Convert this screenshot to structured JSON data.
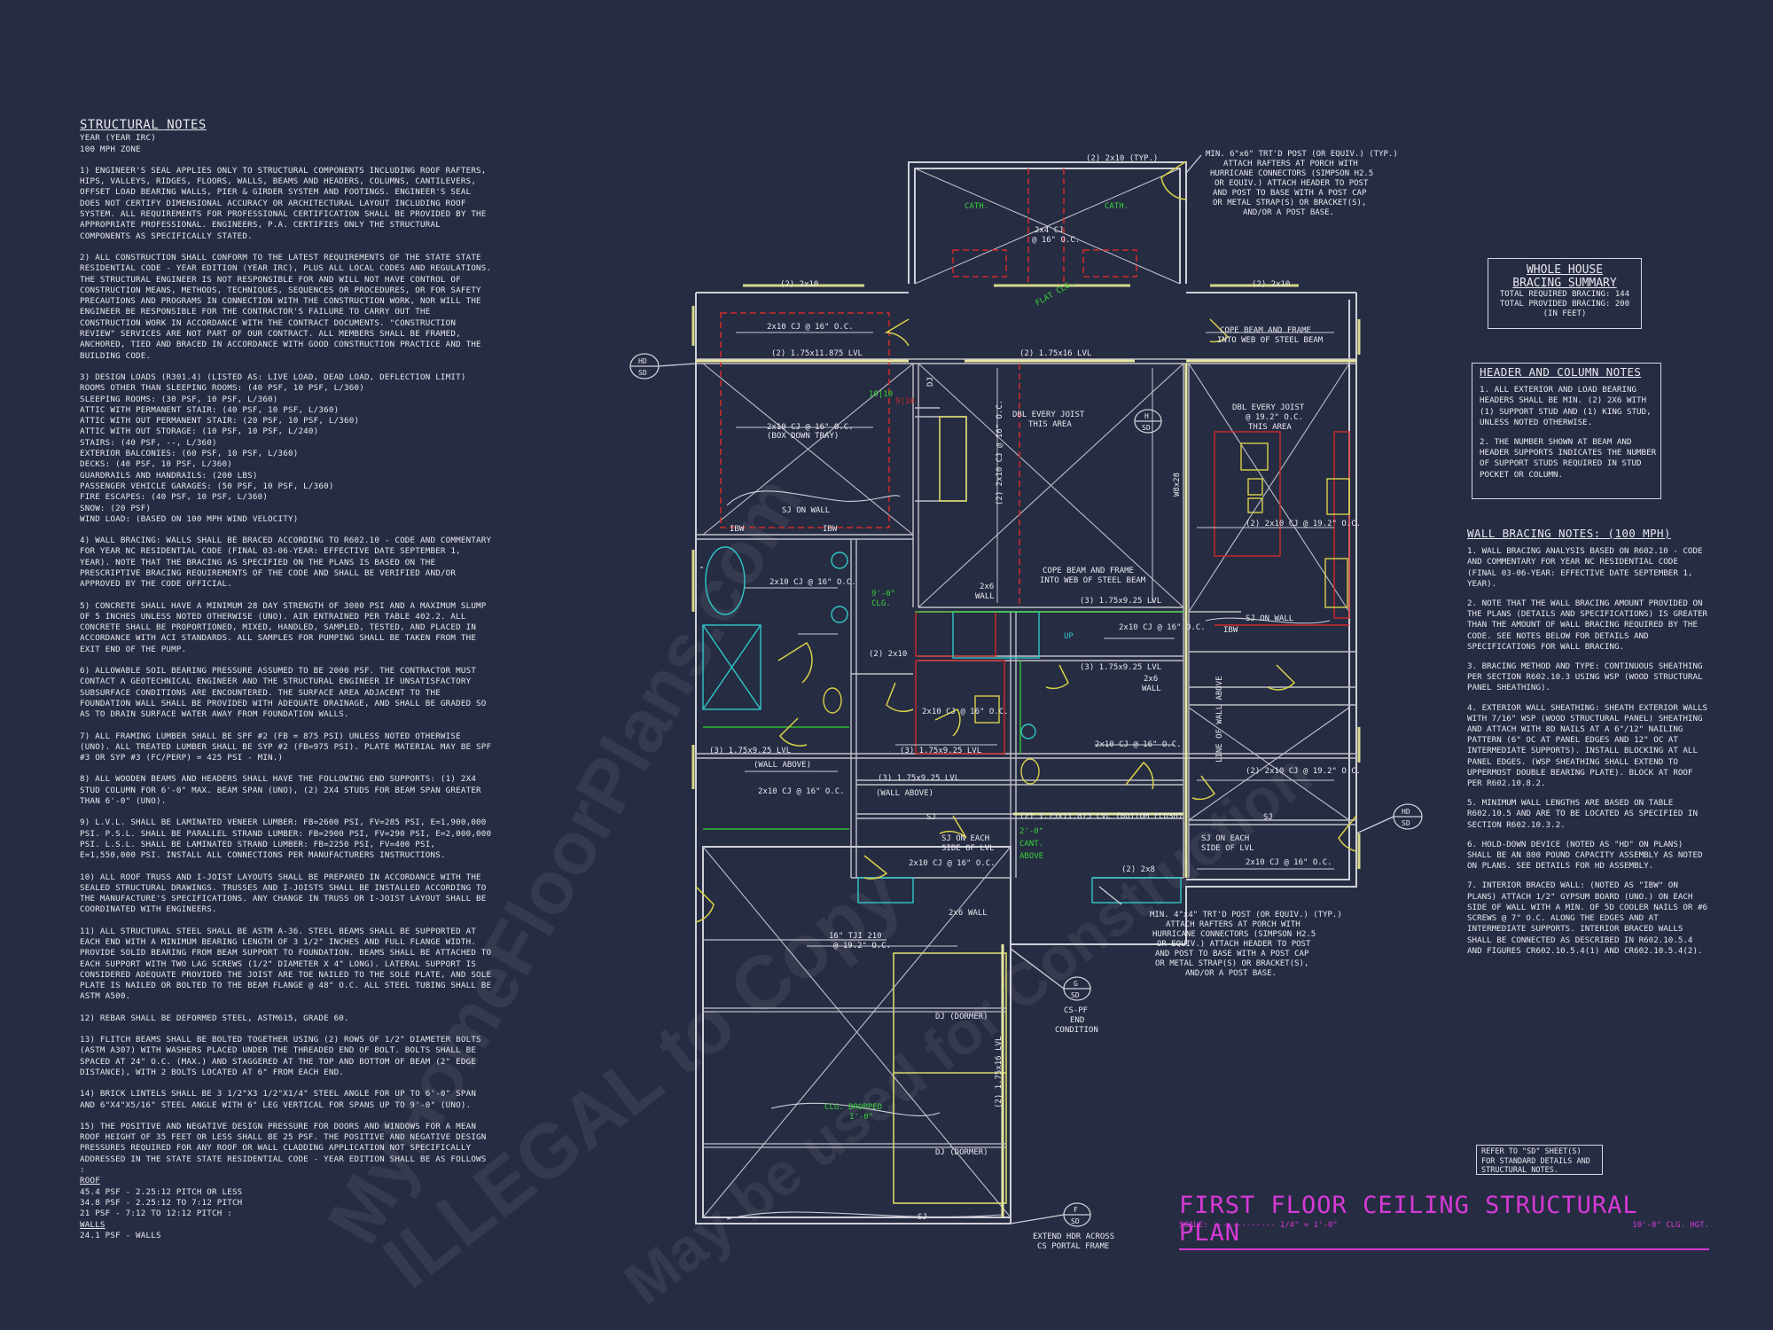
{
  "watermarks": [
    "MyHomeFloorPlans.com",
    "ILLEGAL to Copy",
    "May be used for Construction"
  ],
  "structural_notes": {
    "title": "STRUCTURAL NOTES",
    "year_line": "YEAR  (YEAR IRC)",
    "wind_zone": "100 mph ZONE",
    "paragraphs": [
      "1) ENGINEER'S SEAL APPLIES ONLY TO STRUCTURAL COMPONENTS INCLUDING ROOF RAFTERS, HIPS, VALLEYS, RIDGES, FLOORS, WALLS, BEAMS AND HEADERS, COLUMNS, CANTILEVERS, OFFSET LOAD BEARING WALLS, PIER & GIRDER SYSTEM AND FOOTINGS. ENGINEER'S SEAL DOES NOT CERTIFY DIMENSIONAL ACCURACY OR ARCHITECTURAL LAYOUT INCLUDING ROOF SYSTEM. ALL REQUIREMENTS FOR PROFESSIONAL CERTIFICATION SHALL BE PROVIDED BY THE APPROPRIATE PROFESSIONAL. ENGINEERS, P.A. CERTIFIES ONLY THE STRUCTURAL COMPONENTS AS SPECIFICALLY STATED.",
      "2) ALL CONSTRUCTION SHALL CONFORM TO THE LATEST REQUIREMENTS OF THE STATE STATE RESIDENTIAL CODE - YEAR EDITION (YEAR IRC), PLUS ALL LOCAL CODES AND REGULATIONS. THE STRUCTURAL ENGINEER IS NOT RESPONSIBLE FOR AND WILL NOT HAVE CONTROL OF CONSTRUCTION MEANS, METHODS, TECHNIQUES, SEQUENCES OR PROCEDURES, OR FOR SAFETY PRECAUTIONS AND PROGRAMS IN CONNECTION WITH THE CONSTRUCTION WORK, NOR WILL THE ENGINEER BE RESPONSIBLE FOR THE CONTRACTOR'S FAILURE TO CARRY OUT THE CONSTRUCTION WORK IN ACCORDANCE WITH THE CONTRACT DOCUMENTS. \"CONSTRUCTION REVIEW\" SERVICES ARE NOT PART OF OUR CONTRACT. ALL MEMBERS SHALL BE FRAMED, ANCHORED, TIED AND BRACED IN ACCORDANCE WITH GOOD CONSTRUCTION PRACTICE AND THE BUILDING CODE.",
      "3) DESIGN LOADS (R301.4) (LISTED AS: LIVE LOAD, DEAD LOAD, DEFLECTION LIMIT)\nROOMS OTHER THAN SLEEPING ROOMS: (40 PSF, 10 PSF, L/360)\nSLEEPING ROOMS: (30 PSF, 10 PSF, L/360)\nATTIC WITH PERMANENT STAIR: (40 PSF, 10 PSF, L/360)\nATTIC WITH OUT PERMANENT STAIR: (20 PSF, 10 PSF, L/360)\nATTIC WITH OUT STORAGE: (10 PSF, 10 PSF, L/240)\nSTAIRS: (40 PSF, --, L/360)\nEXTERIOR BALCONIES: (60 PSF, 10 PSF, L/360)\nDECKS: (40 PSF, 10 PSF, L/360)\nGUARDRAILS AND HANDRAILS: (200 LBS)\nPASSENGER VEHICLE GARAGES: (50 PSF, 10 PSF, L/360)\nFIRE ESCAPES: (40 PSF, 10 PSF, L/360)\nSNOW: (20 PSF)\nWIND LOAD: (BASED ON 100 MPH WIND VELOCITY)",
      "4) WALL BRACING: WALLS SHALL BE BRACED ACCORDING TO R602.10 - CODE AND COMMENTARY FOR YEAR NC RESIDENTIAL CODE (FINAL 03-06-YEAR: EFFECTIVE DATE SEPTEMBER 1, YEAR). NOTE THAT THE BRACING AS SPECIFIED ON THE PLANS IS BASED ON THE PRESCRIPTIVE BRACING REQUIREMENTS OF THE CODE AND SHALL BE VERIFIED AND/OR APPROVED BY THE CODE OFFICIAL.",
      "5) CONCRETE SHALL HAVE A MINIMUM 28 DAY STRENGTH OF 3000 PSI AND A MAXIMUM SLUMP OF 5 INCHES UNLESS NOTED OTHERWISE (UNO). AIR ENTRAINED PER TABLE 402.2. ALL CONCRETE SHALL BE PROPORTIONED, MIXED, HANDLED, SAMPLED, TESTED, AND PLACED IN ACCORDANCE WITH ACI STANDARDS. ALL SAMPLES FOR PUMPING SHALL BE TAKEN FROM THE EXIT END OF THE PUMP.",
      "6) ALLOWABLE SOIL BEARING PRESSURE ASSUMED TO BE 2000 PSF. THE CONTRACTOR MUST CONTACT A GEOTECHNICAL ENGINEER AND THE STRUCTURAL ENGINEER IF UNSATISFACTORY SUBSURFACE CONDITIONS ARE ENCOUNTERED. THE SURFACE AREA ADJACENT TO THE FOUNDATION WALL SHALL BE PROVIDED WITH ADEQUATE DRAINAGE, AND SHALL BE GRADED SO AS TO DRAIN SURFACE WATER AWAY FROM FOUNDATION WALLS.",
      "7) ALL FRAMING LUMBER SHALL BE SPF #2 (Fb = 875 PSI) UNLESS NOTED OTHERWISE (UNO). ALL TREATED LUMBER SHALL BE SYP #2 (Fb=975 PSI). PLATE MATERIAL MAY BE SPF #3 OR SYP #3 (Fc/perp) = 425 PSI - MIN.)",
      "8) ALL WOODEN BEAMS AND HEADERS SHALL HAVE THE FOLLOWING END SUPPORTS: (1) 2x4 STUD COLUMN FOR 6'-0\" MAX. BEAM SPAN (UNO), (2) 2x4 STUDS FOR BEAM SPAN GREATER THAN 6'-0\" (UNO).",
      "9) L.V.L. SHALL BE LAMINATED VENEER LUMBER: Fb=2600 PSI, Fv=285 PSI, E=1,900,000 PSI. P.S.L. SHALL BE PARALLEL STRAND LUMBER: Fb=2900 PSI, Fv=290 PSI, E=2,000,000 PSI. L.S.L. SHALL BE LAMINATED STRAND LUMBER: Fb=2250 PSI, Fv=400 PSI, E=1,550,000 PSI. INSTALL ALL CONNECTIONS PER MANUFACTURERS INSTRUCTIONS.",
      "10) ALL ROOF TRUSS AND I-JOIST LAYOUTS SHALL BE PREPARED IN ACCORDANCE WITH THE SEALED STRUCTURAL DRAWINGS. TRUSSES AND I-JOISTS SHALL BE INSTALLED ACCORDING TO THE MANUFACTURE'S SPECIFICATIONS. ANY CHANGE IN TRUSS OR I-JOIST LAYOUT SHALL BE COORDINATED WITH ENGINEERS.",
      "11) ALL STRUCTURAL STEEL SHALL BE ASTM A-36. STEEL BEAMS SHALL BE SUPPORTED AT EACH END WITH A MINIMUM BEARING LENGTH OF 3 1/2\" INCHES AND FULL FLANGE WIDTH. PROVIDE SOLID BEARING FROM BEAM SUPPORT TO FOUNDATION. BEAMS SHALL BE ATTACHED TO EACH SUPPORT WITH TWO LAG SCREWS (1/2\" DIAMETER x 4\" LONG). LATERAL SUPPORT IS CONSIDERED ADEQUATE PROVIDED THE JOIST ARE TOE NAILED TO THE SOLE PLATE, AND SOLE PLATE IS NAILED OR BOLTED TO THE BEAM FLANGE @ 48\" O.C. ALL STEEL TUBING SHALL BE ASTM A500.",
      "12) REBAR SHALL BE DEFORMED STEEL, ASTM615, GRADE 60.",
      "13) FLITCH BEAMS SHALL BE BOLTED TOGETHER USING (2) ROWS OF 1/2\" DIAMETER BOLTS (ASTM A307) WITH WASHERS PLACED UNDER THE THREADED END OF BOLT. BOLTS SHALL BE SPACED AT 24\" O.C. (MAX.) AND STAGGERED AT THE TOP AND BOTTOM OF BEAM (2\" EDGE DISTANCE), WITH 2 BOLTS LOCATED AT 6\" FROM EACH END.",
      "14) BRICK LINTELS SHALL BE 3 1/2\"x3 1/2\"x1/4\" STEEL ANGLE FOR UP TO 6'-0\" SPAN AND 6\"x4\"x5/16\" STEEL ANGLE WITH 6\" LEG VERTICAL FOR SPANS UP TO 9'-0\" (UNO).",
      "15) THE POSITIVE AND NEGATIVE DESIGN PRESSURE FOR DOORS AND WINDOWS FOR A MEAN ROOF HEIGHT OF 35 FEET OR LESS SHALL BE 25 PSF. THE POSITIVE AND NEGATIVE DESIGN PRESSURES REQUIRED FOR ANY ROOF OR WALL CLADDING APPLICATION NOT SPECIFICALLY ADDRESSED IN THE STATE STATE RESIDENTIAL CODE - YEAR EDITION SHALL BE AS FOLLOWS :"
    ],
    "roof_label": "ROOF",
    "roof_lines": [
      "45.4 PSF - 2.25:12 PITCH OR LESS",
      "34.8 PSF - 2.25:12 TO 7:12 PITCH",
      "21 PSF - 7:12 TO 12:12 PITCH :"
    ],
    "walls_label": "WALLS",
    "walls_lines": [
      "24.1 PSF - WALLS"
    ]
  },
  "whole_house_bracing": {
    "title": "WHOLE HOUSE BRACING SUMMARY",
    "lines": [
      "TOTAL REQUIRED BRACING: 144",
      "TOTAL PROVIDED BRACING: 200",
      "(IN FEET)"
    ]
  },
  "header_column_notes": {
    "title": "HEADER AND COLUMN NOTES",
    "paragraphs": [
      "1. ALL EXTERIOR AND LOAD BEARING HEADERS SHALL BE MIN. (2) 2x6 WITH (1) SUPPORT STUD AND (1) KING STUD, UNLESS NOTED OTHERWISE.",
      "2. THE NUMBER SHOWN AT BEAM AND HEADER SUPPORTS INDICATES THE NUMBER OF SUPPORT STUDS REQUIRED IN STUD POCKET OR COLUMN."
    ]
  },
  "wall_bracing_notes": {
    "title": "WALL BRACING NOTES: (100 MPH)",
    "paragraphs": [
      "1. WALL BRACING ANALYSIS BASED ON R602.10 - CODE AND COMMENTARY FOR YEAR NC RESIDENTIAL CODE (FINAL 03-06-YEAR: EFFECTIVE DATE SEPTEMBER 1, YEAR).",
      "2. NOTE THAT THE WALL BRACING AMOUNT PROVIDED ON THE PLANS (DETAILS AND SPECIFICATIONS) IS GREATER THAN THE AMOUNT OF WALL BRACING REQUIRED BY THE CODE. SEE NOTES BELOW FOR DETAILS AND SPECIFICATIONS FOR WALL BRACING.",
      "3. BRACING METHOD AND TYPE: CONTINUOUS SHEATHING PER SECTION R602.10.3 USING WSP (WOOD STRUCTURAL PANEL SHEATHING).",
      "4. EXTERIOR WALL SHEATHING: SHEATH EXTERIOR WALLS WITH 7/16\" WSP (WOOD STRUCTURAL PANEL) SHEATHING AND ATTACH WITH 8d NAILS AT A 6\"/12\" NAILING PATTERN (6\" OC AT PANEL EDGES AND 12\" OC AT INTERMEDIATE SUPPORTS). INSTALL BLOCKING AT ALL PANEL EDGES. (WSP SHEATHING SHALL EXTEND TO UPPERMOST DOUBLE BEARING PLATE). BLOCK AT ROOF PER R602.10.8.2.",
      "5. MINIMUM WALL LENGTHS ARE BASED ON TABLE R602.10.5 AND ARE TO BE LOCATED AS SPECIFIED IN SECTION R602.10.3.2.",
      "6. HOLD-DOWN DEVICE (NOTED AS \"HD\" ON PLANS) SHALL BE AN 800 POUND CAPACITY ASSEMBLY AS NOTED ON PLANS. SEE DETAILS FOR HD ASSEMBLY.",
      "7. INTERIOR BRACED WALL: (NOTED AS \"IBW\" ON PLANS) ATTACH 1/2\" GYPSUM BOARD (UNO.) ON EACH SIDE OF WALL WITH A MIN. OF 5d COOLER NAILS OR #6 SCREWS @ 7\" O.C. ALONG THE EDGES AND AT INTERMEDIATE SUPPORTS. INTERIOR BRACED WALLS SHALL BE CONNECTED AS DESCRIBED IN R602.10.5.4 AND FIGURES CR602.10.5.4(1) AND CR602.10.5.4(2)."
    ]
  },
  "refer_note": "REFER TO \"SD\" SHEET(S) FOR STANDARD DETAILS AND STRUCTURAL NOTES.",
  "plan_title": {
    "title": "FIRST FLOOR CEILING STRUCTURAL PLAN",
    "scale_label": "SCALE:",
    "scale_value": "1/4\" = 1'-0\"",
    "ceiling_height": "10'-0\" CLG. HGT."
  },
  "plan_labels": {
    "typ_2x10": "(2) 2x10 (TYP.)",
    "post_note_top": [
      "MIN. 6\"x6\" TRT'D POST (OR EQUIV.) (TYP.)",
      "ATTACH RAFTERS AT PORCH WITH",
      "HURRICANE CONNECTORS (SIMPSON H2.5",
      "OR EQUIV.) ATTACH HEADER TO POST",
      "AND POST TO BASE WITH A POST CAP",
      "OR METAL STRAP(S) OR BRACKET(S),",
      "AND/OR A POST BASE."
    ],
    "cath": "CATH.",
    "cj_2x4": "2x4 CJ",
    "at_16oc": "@ 16\" O.C.",
    "flat_clg": "FLAT CLG.",
    "lvl_175x16": "(2) 1.75x16 LVL",
    "lvl_175x11875": "(2) 1.75x11.875 LVL",
    "two_2x10": "(2) 2x10",
    "cj_2x10_16": "2x10 CJ @ 16\" O.C.",
    "box_down_tray": "(BOX DOWN TRAY)",
    "cope_beam_top": [
      "COPE BEAM AND FRAME",
      "INTO WEB OF STEEL BEAM"
    ],
    "dbl_joist_left": [
      "DBL EVERY JOIST",
      "THIS AREA"
    ],
    "dbl_joist_right": [
      "DBL EVERY JOIST",
      "@ 19.2\" O.C.",
      "THIS AREA"
    ],
    "cj_2x10_vertical": "(2) 2x10 CJ @ 16\" O.C.",
    "w8x28": "W8x28",
    "sj_on_wall": "SJ ON WALL",
    "ibw": "IBW",
    "clg_9": [
      "9'-0\"",
      "CLG."
    ],
    "two_2x6_wall": [
      "2x6",
      "WALL"
    ],
    "cope_beam_mid": [
      "COPE BEAM AND FRAME",
      "INTO WEB OF STEEL BEAM"
    ],
    "lvl_175x925": "(3) 1.75x9.25 LVL",
    "up": "UP",
    "cj_2x10_192": "(2) 2x10 CJ @ 19.2\" O.C.",
    "wall_above": "(WALL ABOVE)",
    "lvl_bottom_flush": "(2) 1.75x11.875 LVL (BOTTOM FLUSH)",
    "sj_on_each_side": [
      "SJ ON EACH",
      "SIDE OF LVL"
    ],
    "cant_above": [
      "2'-0\"",
      "CANT.",
      "ABOVE"
    ],
    "two_2x8": "(2) 2x8",
    "post_note_bottom": [
      "MIN. 4\"x4\" TRT'D POST (OR EQUIV.) (TYP.)",
      "ATTACH RAFTERS AT PORCH WITH",
      "HURRICANE CONNECTORS (SIMPSON H2.5",
      "OR EQUIV.) ATTACH HEADER TO POST",
      "AND POST TO BASE WITH A POST CAP",
      "OR METAL STRAP(S) OR BRACKET(S),",
      "AND/OR A POST BASE."
    ],
    "tji_210": "16\" TJI 210",
    "at_192oc": "@ 19.2\" O.C.",
    "dj_dormer": "DJ (DORMER)",
    "clg_dropped": [
      "CLG. DROPPED",
      "1'-0\""
    ],
    "lvl_vertical": "(2) 1.75x16 LVL",
    "cs_pf": [
      "CS-PF",
      "END",
      "CONDITION"
    ],
    "extend_hdr": [
      "EXTEND HDR ACROSS",
      "CS PORTAL FRAME"
    ],
    "line_of_wall_above": "LINE OF WALL ABOVE",
    "sj": "SJ",
    "dj": "DJ",
    "tag_hd": "HD",
    "tag_sd": "SD",
    "tag_h": "H",
    "tag_g": "G",
    "tag_f": "F",
    "sym_1010": "10|10",
    "sym_910": "9|10"
  },
  "colors": {
    "background": "#262c42",
    "wall": "#d0d0d8",
    "dim": "#c9c9d2",
    "beam": "#e6e6a0",
    "door": "#d9d24a",
    "cj_red": "#d02a2a",
    "green": "#37d437",
    "cyan": "#2ec8c8",
    "magenta": "#d63ad6",
    "window": "#d8d88a"
  }
}
